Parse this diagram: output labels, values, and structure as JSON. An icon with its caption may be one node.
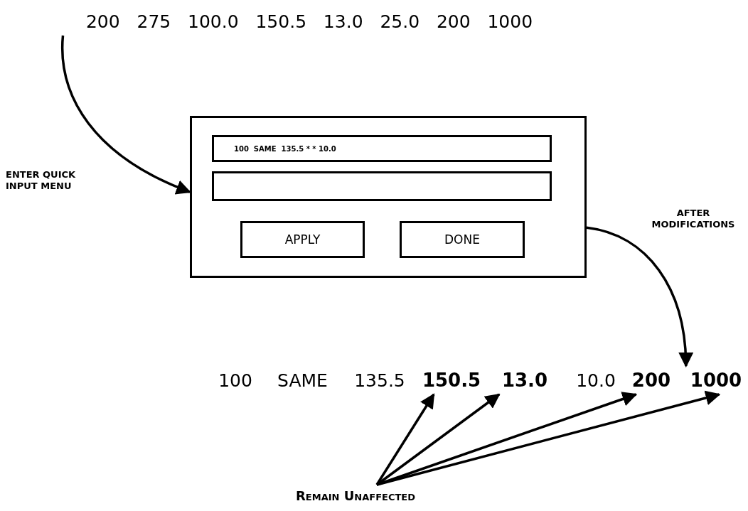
{
  "diagram": {
    "nodes": [
      {
        "text": [
          "200   275   100.0   150.5   13.0   25.0   200   1000"
        ]
      },
      {
        "text": [],
        "shape": "box"
      },
      {
        "text": [
          "100  SAME  135.5 * * 10.0"
        ],
        "in": 1
      },
      {
        "text": [],
        "shape": "box",
        "in": 1
      },
      {
        "text": [
          "APPLY"
        ],
        "in": 1
      },
      {
        "text": [
          "DONE"
        ],
        "in": 1
      },
      {
        "text": [
          "100"
        ]
      },
      {
        "text": [
          "SAME"
        ]
      },
      {
        "text": [
          "135.5"
        ]
      },
      {
        "text": [
          "150.5"
        ]
      },
      {
        "text": [
          "13.0"
        ]
      },
      {
        "text": [
          "10.0"
        ]
      },
      {
        "text": [
          "200"
        ]
      },
      {
        "text": [
          "1000"
        ]
      },
      {
        "text": [
          "Remain Unaffected"
        ]
      }
    ],
    "edges": [
      {
        "from": 0,
        "to": 1,
        "arrow": "to",
        "label": "ENTER QUICK INPUT MENU"
      },
      {
        "from": 1,
        "to": 13,
        "arrow": "to",
        "label": "AFTER MODIFICATIONS"
      },
      {
        "from": 14,
        "to": 9,
        "arrow": "to"
      },
      {
        "from": 14,
        "to": 10,
        "arrow": "to"
      },
      {
        "from": 14,
        "to": 12,
        "arrow": "to"
      },
      {
        "from": 14,
        "to": 13,
        "arrow": "to"
      }
    ]
  }
}
